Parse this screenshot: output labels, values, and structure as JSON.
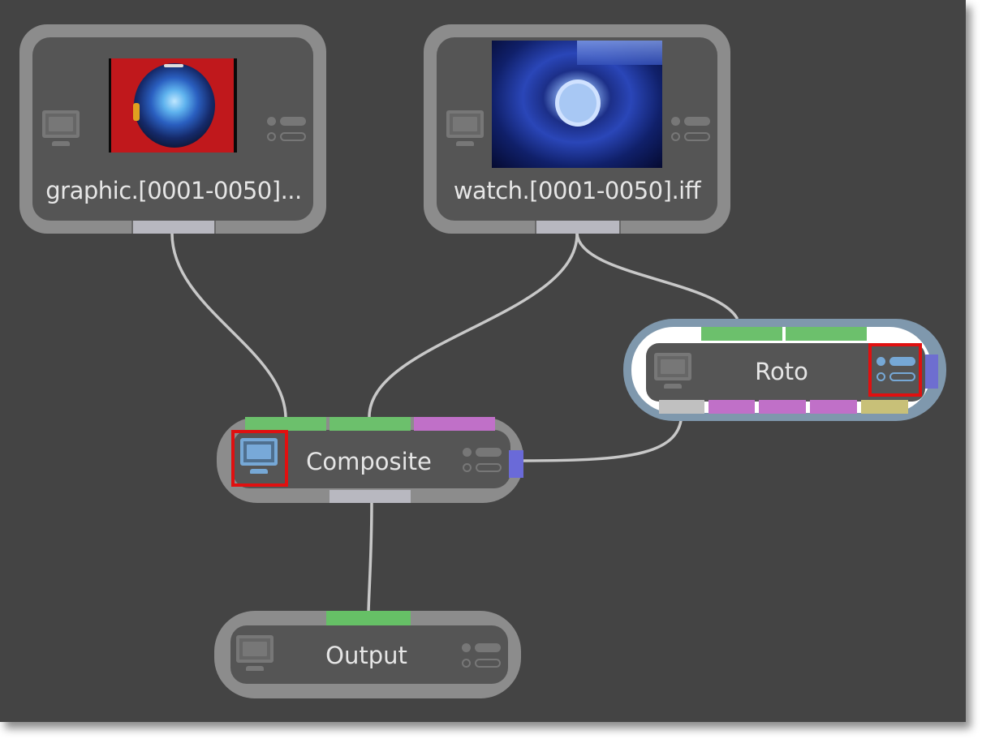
{
  "colors": {
    "canvas_bg": "#444444",
    "node_frame": "#8c8c8c",
    "node_body": "#555555",
    "selected_outline": "#7f98ad",
    "wire": "#c8c8c8",
    "port_green": "#6cc06c",
    "port_magenta": "#c070c8",
    "port_blue": "#6a6ad8",
    "port_gray": "#c0c0c0",
    "port_yellow": "#c8c078",
    "highlight_box": "#e01010",
    "active_icon": "#76a8d6"
  },
  "nodes": {
    "graphic": {
      "label": "graphic.[0001-0050]...",
      "full_name": "graphic.[0001-0050]",
      "type": "image-input",
      "thumbnail": "graphic-thumbnail",
      "display_icon": "monitor-icon",
      "attributes_icon": "attributes-icon"
    },
    "watch": {
      "label": "watch.[0001-0050].iff",
      "type": "image-input",
      "thumbnail": "watch-thumbnail",
      "display_icon": "monitor-icon",
      "attributes_icon": "attributes-icon"
    },
    "roto": {
      "label": "Roto",
      "selected": true,
      "attributes_highlighted": true,
      "inputs": [
        "green",
        "green"
      ],
      "outputs": [
        "gray",
        "magenta",
        "magenta",
        "magenta",
        "yellow"
      ],
      "side_output": "blue"
    },
    "composite": {
      "label": "Composite",
      "display_active": true,
      "display_highlighted": true,
      "inputs": [
        "green",
        "green",
        "magenta"
      ],
      "side_input": "blue"
    },
    "output": {
      "label": "Output",
      "inputs": [
        "green"
      ]
    }
  },
  "connections": [
    {
      "from": "graphic",
      "to": "composite",
      "port": 1
    },
    {
      "from": "watch",
      "to": "composite",
      "port": 2
    },
    {
      "from": "watch",
      "to": "roto",
      "port": 1
    },
    {
      "from": "roto",
      "to": "composite",
      "port": "side"
    },
    {
      "from": "composite",
      "to": "output",
      "port": 1
    }
  ]
}
